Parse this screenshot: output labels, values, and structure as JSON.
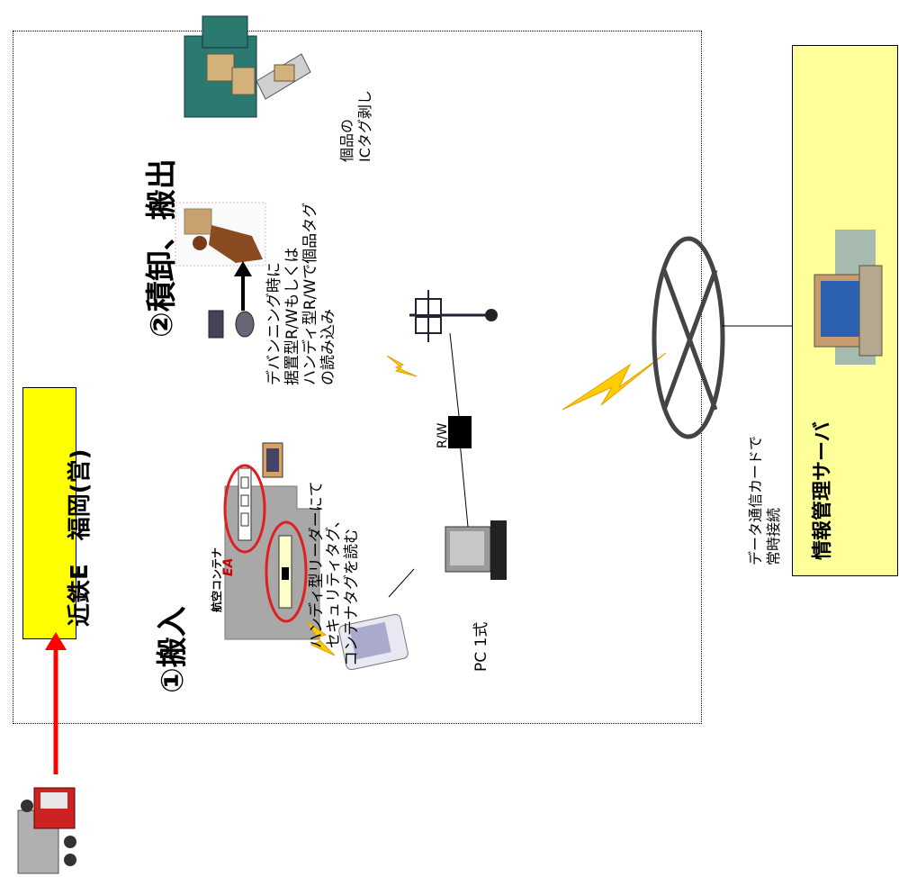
{
  "site": {
    "label": "近鉄E　福岡(営)"
  },
  "steps": {
    "step1": "①搬入",
    "step2": "②積卸、搬出"
  },
  "labels": {
    "air_container": "航空コンテナ",
    "container_mark": "EA",
    "handy_reader": [
      "ハンディ型リーダーにて",
      "セキュリティタグ、",
      "コンテナタグを読む"
    ],
    "devanning": [
      "デバンニング時に",
      "据置型R/Wもしくは",
      "ハンディ型R/Wで個品タグ",
      "の読み込み"
    ],
    "item_tag_removal": [
      "個品の",
      "ICタグ剥し"
    ],
    "rw": "R/W",
    "pc": "PC 1式",
    "data_comm": [
      "データ通信カードで",
      "常時接続"
    ],
    "server": "情報管理サーバ"
  },
  "colors": {
    "site_label_bg": "#ffff00",
    "server_panel_bg": "#ffff99",
    "arrow_red": "#ff0000",
    "lightning": "#ffcc00",
    "highlight_ellipse": "#e02020"
  },
  "icons": {
    "truck": "red-truck-icon",
    "lightning": "lightning-bolt-icon",
    "network": "network-cross-icon",
    "server": "server-computer-icon"
  }
}
